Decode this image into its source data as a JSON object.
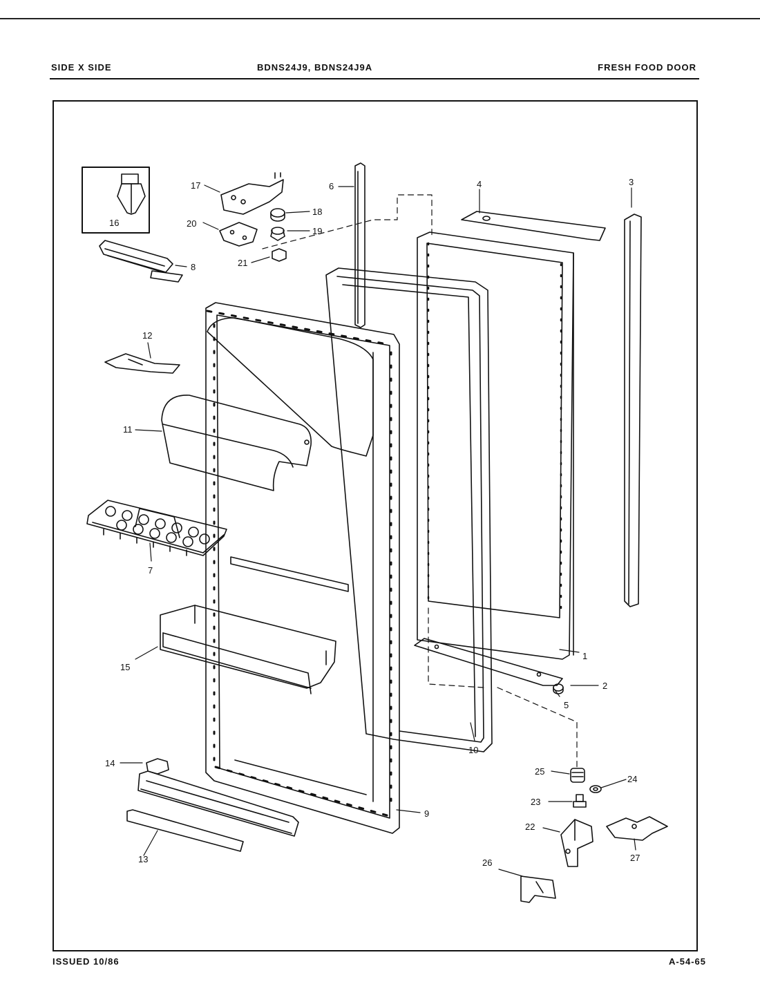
{
  "header": {
    "left": "SIDE X SIDE",
    "center": "BDNS24J9, BDNS24J9A",
    "right": "FRESH FOOD DOOR"
  },
  "footer": {
    "left": "ISSUED 10/86",
    "right": "A-54-65"
  },
  "parts": [
    {
      "id": "part-1",
      "label": "1"
    },
    {
      "id": "part-2",
      "label": "2"
    },
    {
      "id": "part-3",
      "label": "3"
    },
    {
      "id": "part-4",
      "label": "4"
    },
    {
      "id": "part-5",
      "label": "5"
    },
    {
      "id": "part-6",
      "label": "6"
    },
    {
      "id": "part-7",
      "label": "7"
    },
    {
      "id": "part-8",
      "label": "8"
    },
    {
      "id": "part-9",
      "label": "9"
    },
    {
      "id": "part-10",
      "label": "10"
    },
    {
      "id": "part-11",
      "label": "11"
    },
    {
      "id": "part-12",
      "label": "12"
    },
    {
      "id": "part-13",
      "label": "13"
    },
    {
      "id": "part-14",
      "label": "14"
    },
    {
      "id": "part-15",
      "label": "15"
    },
    {
      "id": "part-16",
      "label": "16"
    },
    {
      "id": "part-17",
      "label": "17"
    },
    {
      "id": "part-18",
      "label": "18"
    },
    {
      "id": "part-19",
      "label": "19"
    },
    {
      "id": "part-20",
      "label": "20"
    },
    {
      "id": "part-21",
      "label": "21"
    },
    {
      "id": "part-22",
      "label": "22"
    },
    {
      "id": "part-23",
      "label": "23"
    },
    {
      "id": "part-24",
      "label": "24"
    },
    {
      "id": "part-25",
      "label": "25"
    },
    {
      "id": "part-26",
      "label": "26"
    },
    {
      "id": "part-27",
      "label": "27"
    }
  ]
}
